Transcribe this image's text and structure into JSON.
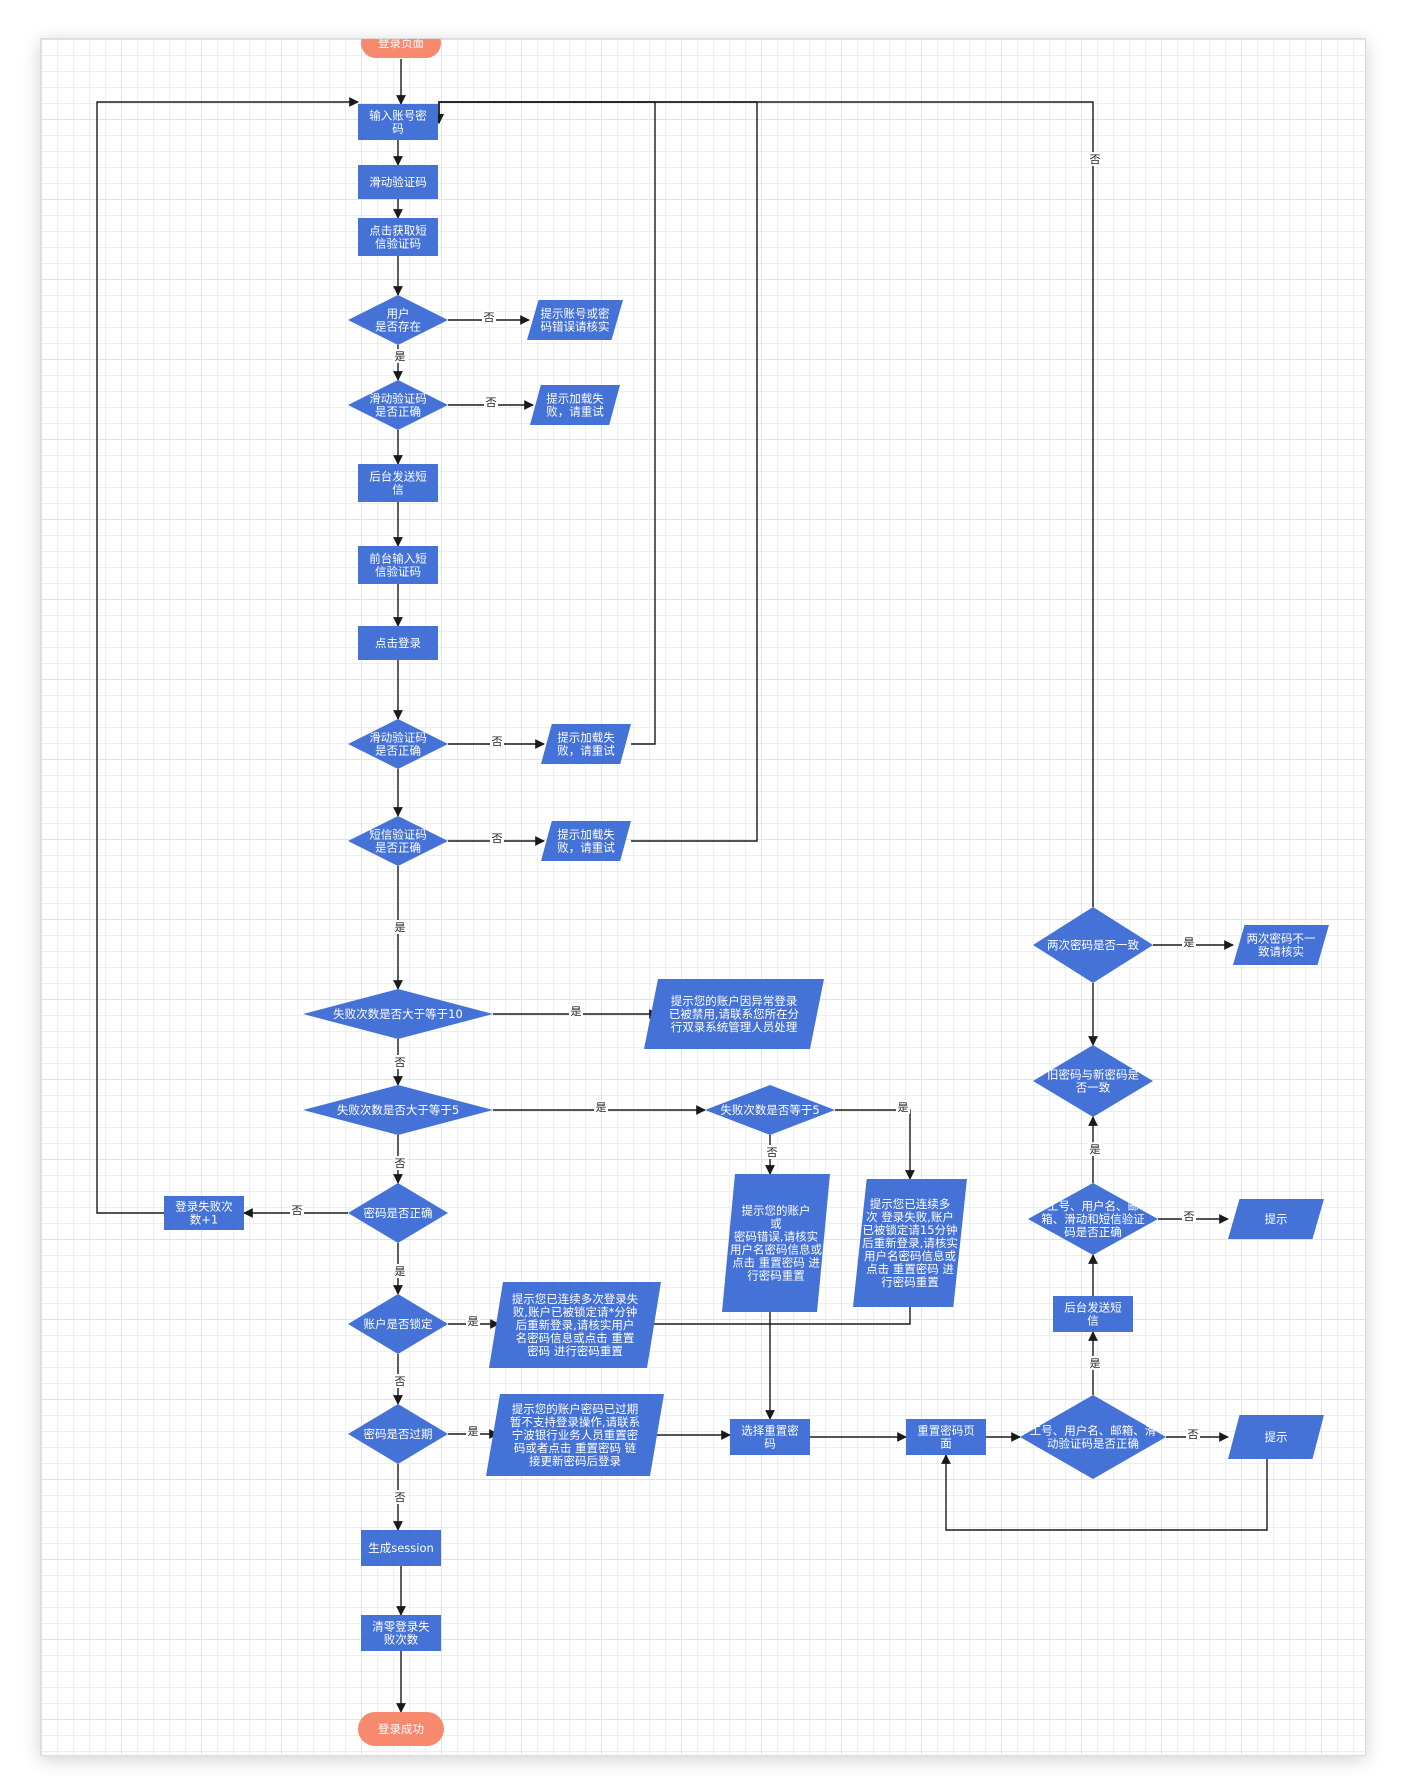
{
  "colors": {
    "node": "#4472d6",
    "terminal": "#f7896e",
    "line": "#1a1a1a",
    "text": "#ffffff"
  },
  "nodes": [
    {
      "id": "start",
      "shape": "terminal",
      "lines": [
        "登录页面"
      ]
    },
    {
      "id": "n1",
      "shape": "rect",
      "lines": [
        "输入账号密",
        "码"
      ]
    },
    {
      "id": "n2",
      "shape": "rect",
      "lines": [
        "滑动验证码"
      ]
    },
    {
      "id": "n3",
      "shape": "rect",
      "lines": [
        "点击获取短",
        "信验证码"
      ]
    },
    {
      "id": "d1",
      "shape": "diamond",
      "lines": [
        "用户",
        "是否存在"
      ]
    },
    {
      "id": "p1",
      "shape": "para",
      "lines": [
        "提示账号或密",
        "码错误请核实"
      ]
    },
    {
      "id": "d2",
      "shape": "diamond",
      "lines": [
        "滑动验证码",
        "是否正确"
      ]
    },
    {
      "id": "p2",
      "shape": "para",
      "lines": [
        "提示加载失",
        "败，请重试"
      ]
    },
    {
      "id": "n4",
      "shape": "rect",
      "lines": [
        "后台发送短",
        "信"
      ]
    },
    {
      "id": "n5",
      "shape": "rect",
      "lines": [
        "前台输入短",
        "信验证码"
      ]
    },
    {
      "id": "n6",
      "shape": "rect",
      "lines": [
        "点击登录"
      ]
    },
    {
      "id": "d3",
      "shape": "diamond",
      "lines": [
        "滑动验证码",
        "是否正确"
      ]
    },
    {
      "id": "p3",
      "shape": "para",
      "lines": [
        "提示加载失",
        "败，请重试"
      ]
    },
    {
      "id": "d4",
      "shape": "diamond",
      "lines": [
        "短信验证码",
        "是否正确"
      ]
    },
    {
      "id": "p4",
      "shape": "para",
      "lines": [
        "提示加载失",
        "败，请重试"
      ]
    },
    {
      "id": "d5",
      "shape": "diamond",
      "lines": [
        "失败次数是否大于等于10"
      ]
    },
    {
      "id": "p5",
      "shape": "para",
      "lines": [
        "提示您的账户因异常登录",
        "已被禁用,请联系您所在分",
        "行双录系统管理人员处理"
      ]
    },
    {
      "id": "d6",
      "shape": "diamond",
      "lines": [
        "失败次数是否大于等于5"
      ]
    },
    {
      "id": "d7",
      "shape": "diamond",
      "lines": [
        "失败次数是否等于5"
      ]
    },
    {
      "id": "p6",
      "shape": "para",
      "lines": [
        "提示您的账户",
        "或",
        "密码错误,请核实",
        "用户名密码信息或",
        "点击 重置密码 进",
        "行密码重置"
      ]
    },
    {
      "id": "p7",
      "shape": "para",
      "lines": [
        "提示您已连续多",
        "次 登录失败,账户",
        "已被锁定请15分钟",
        "后重新登录,请核实",
        "用户名密码信息或",
        "点击 重置密码 进",
        "行密码重置"
      ]
    },
    {
      "id": "n7",
      "shape": "rect",
      "lines": [
        "登录失败次",
        "数+1"
      ]
    },
    {
      "id": "d8",
      "shape": "diamond",
      "lines": [
        "密码是否正确"
      ]
    },
    {
      "id": "d9",
      "shape": "diamond",
      "lines": [
        "账户是否锁定"
      ]
    },
    {
      "id": "p8",
      "shape": "para",
      "lines": [
        "提示您已连续多次登录失",
        "败,账户已被锁定请*分钟",
        "后重新登录,请核实用户",
        "名密码信息或点击 重置",
        "密码 进行密码重置"
      ]
    },
    {
      "id": "d10",
      "shape": "diamond",
      "lines": [
        "密码是否过期"
      ]
    },
    {
      "id": "p9",
      "shape": "para",
      "lines": [
        "提示您的账户密码已过期",
        "暂不支持登录操作,请联系",
        "宁波银行业务人员重置密",
        "码或者点击 重置密码 链",
        "接更新密码后登录"
      ]
    },
    {
      "id": "n8",
      "shape": "rect",
      "lines": [
        "选择重置密",
        "码"
      ]
    },
    {
      "id": "n9",
      "shape": "rect",
      "lines": [
        "重置密码页",
        "面"
      ]
    },
    {
      "id": "d11",
      "shape": "diamond",
      "lines": [
        "工号、用户名、邮箱、滑",
        "动验证码是否正确"
      ]
    },
    {
      "id": "p10",
      "shape": "para",
      "lines": [
        "提示"
      ]
    },
    {
      "id": "n10",
      "shape": "rect",
      "lines": [
        "后台发送短",
        "信"
      ]
    },
    {
      "id": "d12",
      "shape": "diamond",
      "lines": [
        "工号、用户名、邮",
        "箱、滑动和短信验证",
        "码是否正确"
      ]
    },
    {
      "id": "p11",
      "shape": "para",
      "lines": [
        "提示"
      ]
    },
    {
      "id": "d13",
      "shape": "diamond",
      "lines": [
        "旧密码与新密码是",
        "否一致"
      ]
    },
    {
      "id": "d14",
      "shape": "diamond",
      "lines": [
        "两次密码是否一致"
      ]
    },
    {
      "id": "p12",
      "shape": "para",
      "lines": [
        "两次密码不一",
        "致请核实"
      ]
    },
    {
      "id": "n11",
      "shape": "rect",
      "lines": [
        "生成session"
      ]
    },
    {
      "id": "n12",
      "shape": "rect",
      "lines": [
        "清零登录失",
        "败次数"
      ]
    },
    {
      "id": "end",
      "shape": "terminal",
      "lines": [
        "登录成功"
      ]
    }
  ],
  "edges": [
    {
      "id": "e-start-n1"
    },
    {
      "id": "e-n1-n2"
    },
    {
      "id": "e-n2-n3"
    },
    {
      "id": "e-n3-d1"
    },
    {
      "id": "e-d1-p1",
      "label": "否"
    },
    {
      "id": "e-d1-d2",
      "label": "是"
    },
    {
      "id": "e-d2-p2",
      "label": "否"
    },
    {
      "id": "e-d2-n4"
    },
    {
      "id": "e-n4-n5"
    },
    {
      "id": "e-n5-n6"
    },
    {
      "id": "e-n6-d3"
    },
    {
      "id": "e-d3-p3",
      "label": "否"
    },
    {
      "id": "e-p3-n1"
    },
    {
      "id": "e-d3-d4"
    },
    {
      "id": "e-d4-p4",
      "label": "否"
    },
    {
      "id": "e-p4-n1"
    },
    {
      "id": "e-d4-d5",
      "label": "是"
    },
    {
      "id": "e-d5-p5",
      "label": "是"
    },
    {
      "id": "e-d5-d6",
      "label": "否"
    },
    {
      "id": "e-d6-d7",
      "label": "是"
    },
    {
      "id": "e-d7-p6",
      "label": "否"
    },
    {
      "id": "e-d7-p7",
      "label": "是"
    },
    {
      "id": "e-d6-d8",
      "label": "否"
    },
    {
      "id": "e-d8-n7",
      "label": "否"
    },
    {
      "id": "e-n7-n1"
    },
    {
      "id": "e-d8-d9",
      "label": "是"
    },
    {
      "id": "e-d9-p8",
      "label": "是"
    },
    {
      "id": "e-p7-p8"
    },
    {
      "id": "e-d9-d10",
      "label": "否"
    },
    {
      "id": "e-d10-p9",
      "label": "是"
    },
    {
      "id": "e-p9-n8"
    },
    {
      "id": "e-p6-n8"
    },
    {
      "id": "e-n8-n9"
    },
    {
      "id": "e-n9-d11"
    },
    {
      "id": "e-d11-p10",
      "label": "否"
    },
    {
      "id": "e-p10-n9"
    },
    {
      "id": "e-d11-n10",
      "label": "是"
    },
    {
      "id": "e-n10-d12"
    },
    {
      "id": "e-d12-p11",
      "label": "否"
    },
    {
      "id": "e-d12-d13",
      "label": "是"
    },
    {
      "id": "e-d14-d13"
    },
    {
      "id": "e-d14-p12",
      "label": "是"
    },
    {
      "id": "e-d14-n1",
      "label": "否"
    },
    {
      "id": "e-d10-n11",
      "label": "否"
    },
    {
      "id": "e-n11-n12"
    },
    {
      "id": "e-n12-end"
    }
  ]
}
